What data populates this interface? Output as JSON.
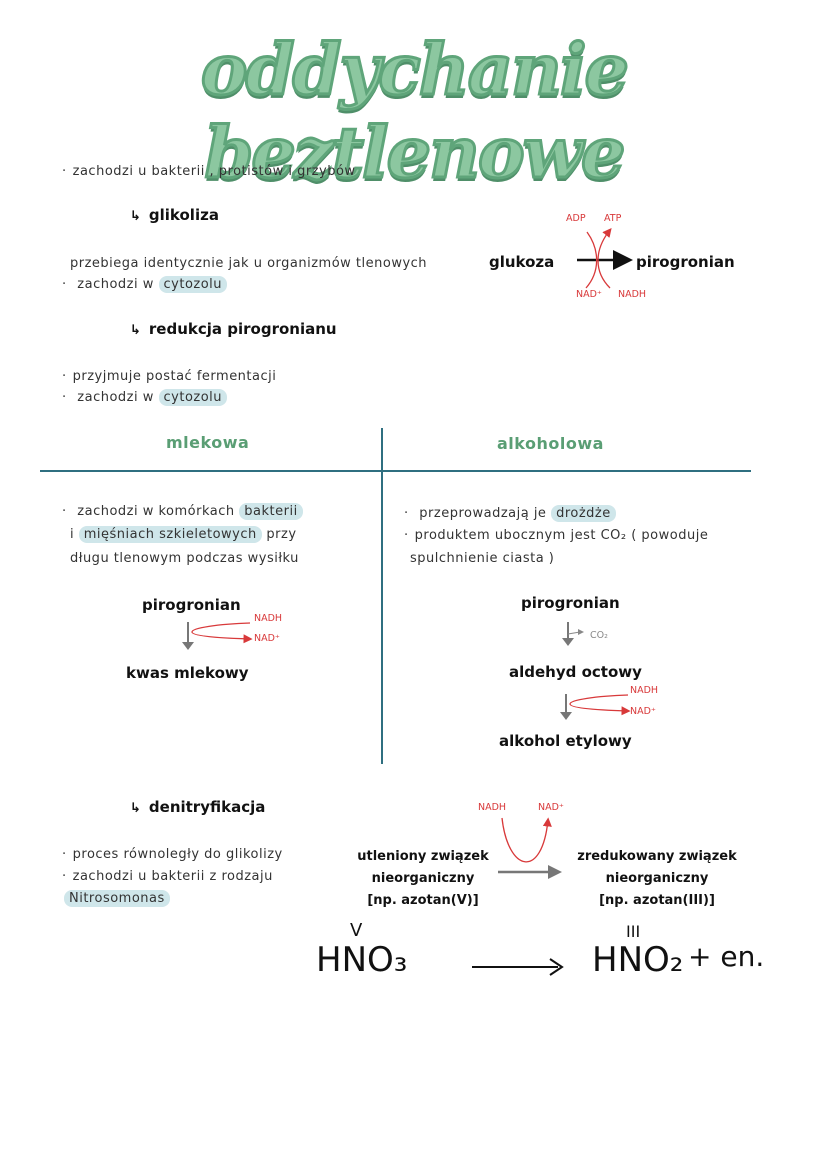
{
  "title": "oddychanie beztlenowe",
  "intro": {
    "bullet": "zachodzi u bakterii , protistów i grzybów"
  },
  "glikoliza": {
    "heading": "glikoliza",
    "line1": "przebiega identycznie jak u organizmów tlenowych",
    "line2_prefix": "zachodzi w",
    "line2_hl": "cytozolu",
    "diagram": {
      "left": "glukoza",
      "right": "pirogronian",
      "top_left": "ADP",
      "top_right": "ATP",
      "bottom_left": "NAD⁺",
      "bottom_right": "NADH"
    }
  },
  "redukcja": {
    "heading": "redukcja pirogronianu",
    "line1": "przyjmuje postać fermentacji",
    "line2_prefix": "zachodzi w",
    "line2_hl": "cytozolu"
  },
  "columns": {
    "left_title": "mlekowa",
    "right_title": "alkoholowa"
  },
  "mlekowa": {
    "line1_prefix": "zachodzi w komórkach",
    "line1_hl": "bakterii",
    "line2_prefix": "i",
    "line2_hl": "mięśniach szkieletowych",
    "line2_suffix": "przy",
    "line3": "długu tlenowym podczas wysiłku",
    "diagram": {
      "top": "pirogronian",
      "bottom": "kwas mlekowy",
      "in": "NADH",
      "out": "NAD⁺"
    }
  },
  "alkoholowa": {
    "line1_prefix": "przeprowadzają je",
    "line1_hl": "drożdże",
    "line2": "produktem ubocznym jest CO₂ ( powoduje",
    "line3": "spulchnienie ciasta )",
    "diagram": {
      "top": "pirogronian",
      "co2": "CO₂",
      "mid": "aldehyd octowy",
      "bottom": "alkohol etylowy",
      "in": "NADH",
      "out": "NAD⁺"
    }
  },
  "denitryfikacja": {
    "heading": "denitryfikacja",
    "line1": "proces równoległy do glikolizy",
    "line2": "zachodzi u bakterii z rodzaju",
    "line3_hl": "Nitrosomonas",
    "diagram": {
      "left_l1": "utleniony związek",
      "left_l2": "nieorganiczny",
      "left_l3": "[np. azotan(V)]",
      "right_l1": "zredukowany związek",
      "right_l2": "nieorganiczny",
      "right_l3": "[np. azotan(III)]",
      "top_left": "NADH",
      "top_right": "NAD⁺"
    },
    "equation": {
      "left_ox": "V",
      "left": "HNO₃",
      "right_ox": "III",
      "right": "HNO₂",
      "extra": "+ en."
    }
  },
  "colors": {
    "green": "#5a9e74",
    "teal_line": "#2f6f80",
    "highlight": "#cfe6ea",
    "red": "#d8393a"
  }
}
